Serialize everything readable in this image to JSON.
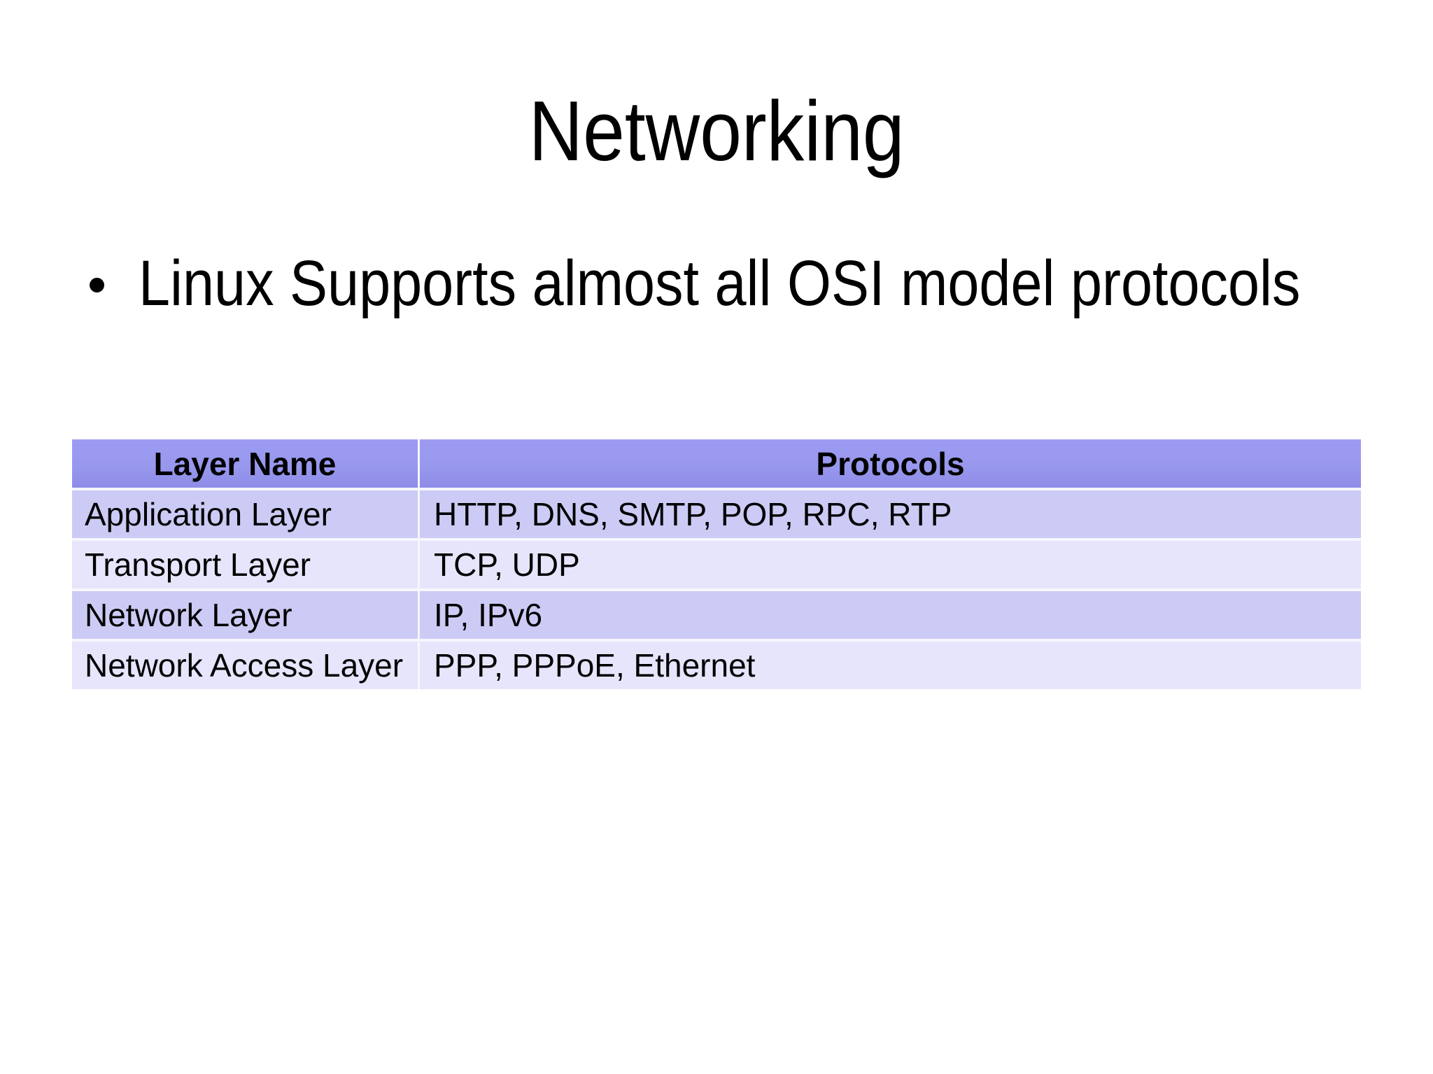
{
  "page": {
    "background": "#FFFFFF",
    "text_color": "#000000"
  },
  "slide": {
    "title": "Networking",
    "bullet": "Linux Supports almost all OSI model protocols"
  },
  "table": {
    "headers": [
      "Layer Name",
      "Protocols"
    ],
    "rows": [
      {
        "layer": "Application Layer",
        "protocols": "HTTP, DNS, SMTP, POP, RPC, RTP"
      },
      {
        "layer": "Transport Layer",
        "protocols": "TCP, UDP"
      },
      {
        "layer": "Network Layer",
        "protocols": "IP, IPv6"
      },
      {
        "layer": "Network Access Layer",
        "protocols": "PPP, PPPoE, Ethernet"
      }
    ],
    "colors": {
      "header_bg": "#9898EE",
      "header_bg_top": "#9C9BF1",
      "header_bg_bottom": "#8E8CE7",
      "row_odd_bg": "#CCCBF5",
      "row_even_bg": "#E6E5FB",
      "divider": "#F6F6FD",
      "header_text": "#000000",
      "body_text": "#000000"
    }
  }
}
